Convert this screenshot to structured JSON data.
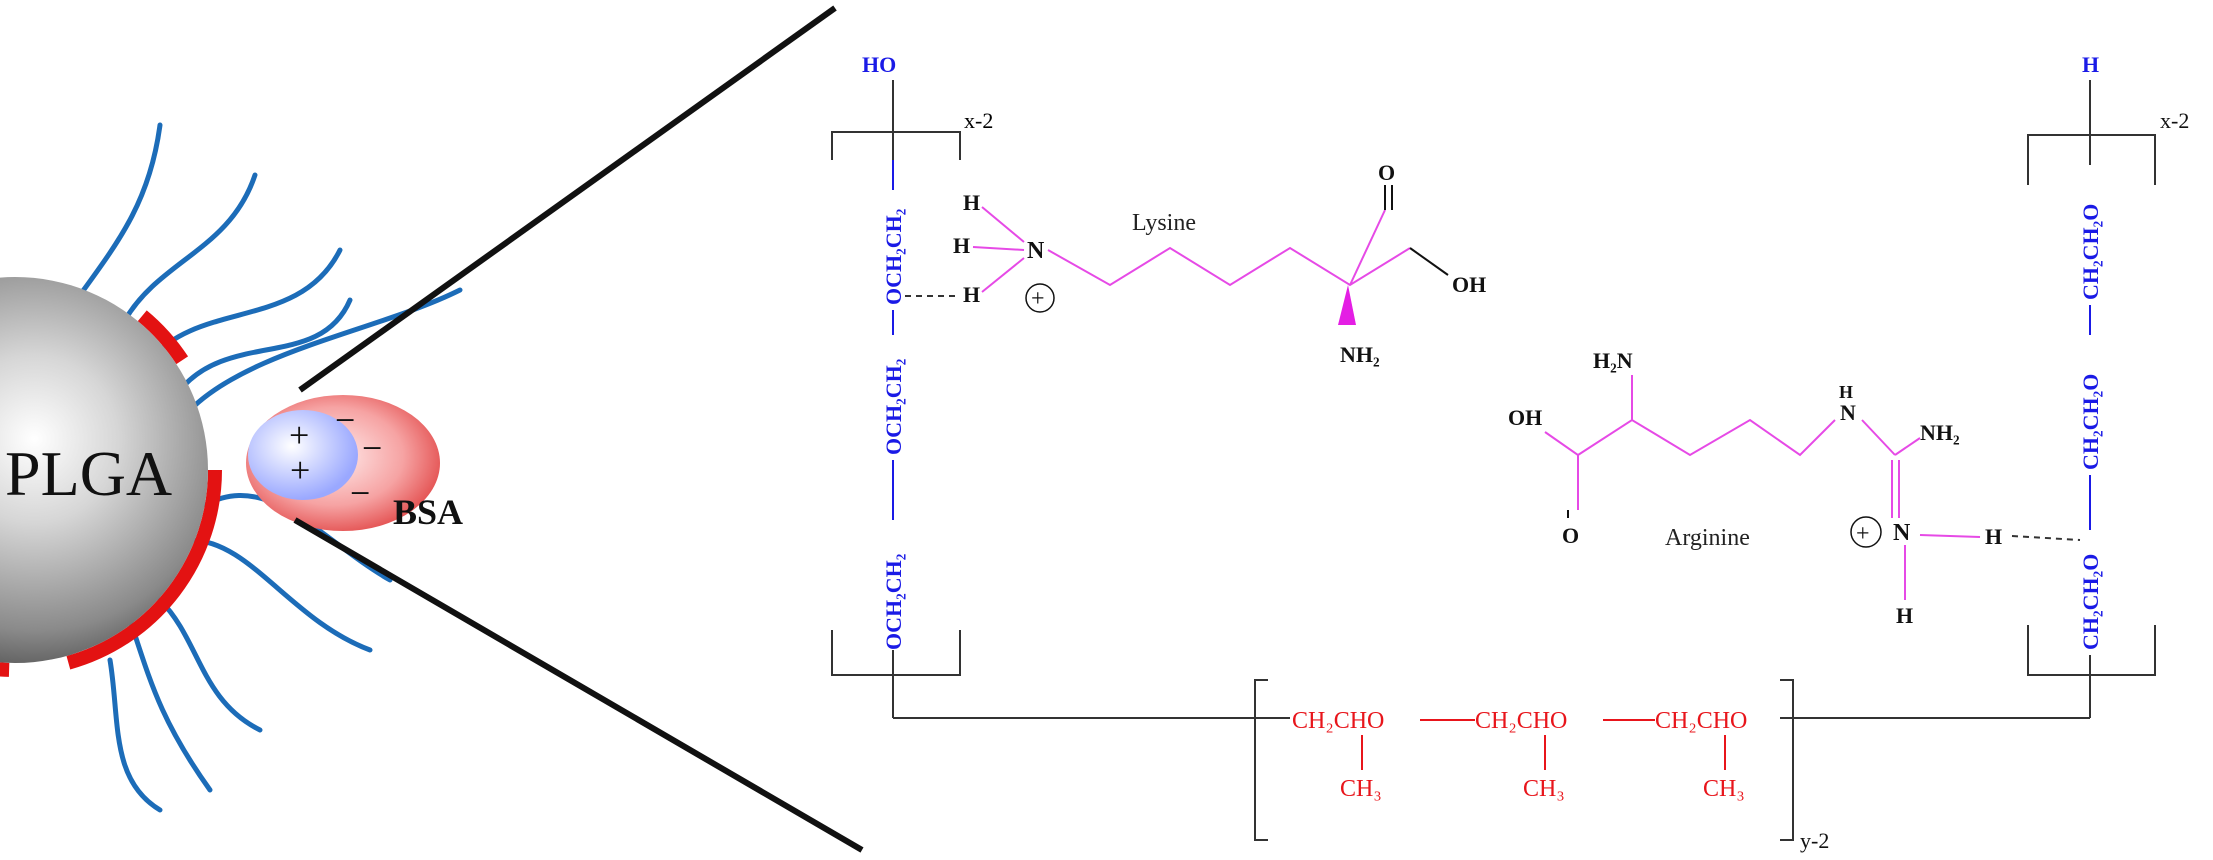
{
  "particle": {
    "label": "PLGA"
  },
  "protein": {
    "label": "BSA",
    "plus": "+",
    "minus": "−"
  },
  "peg_left": {
    "terminal": "HO",
    "repeat_1": "OCH₂CH₂",
    "repeat_2": "OCH₂CH₂",
    "repeat_3": "OCH₂CH₂",
    "subscript": "x-2"
  },
  "peg_right": {
    "terminal": "H",
    "repeat_1": "CH₂CH₂O",
    "repeat_2": "CH₂CH₂O",
    "repeat_3": "CH₂CH₂O",
    "subscript": "x-2"
  },
  "ppg": {
    "unit": "CH₂CHO",
    "methyl": "CH₃",
    "subscript": "y-2"
  },
  "lysine": {
    "name": "Lysine",
    "h": "H",
    "n": "N",
    "charge": "+",
    "o": "O",
    "oh": "OH",
    "nh2": "NH₂"
  },
  "arginine": {
    "name": "Arginine",
    "h": "H",
    "n": "N",
    "nh": "N",
    "h2n": "H₂N",
    "nh2": "NH₂",
    "oh": "OH",
    "o": "O",
    "charge": "+"
  }
}
